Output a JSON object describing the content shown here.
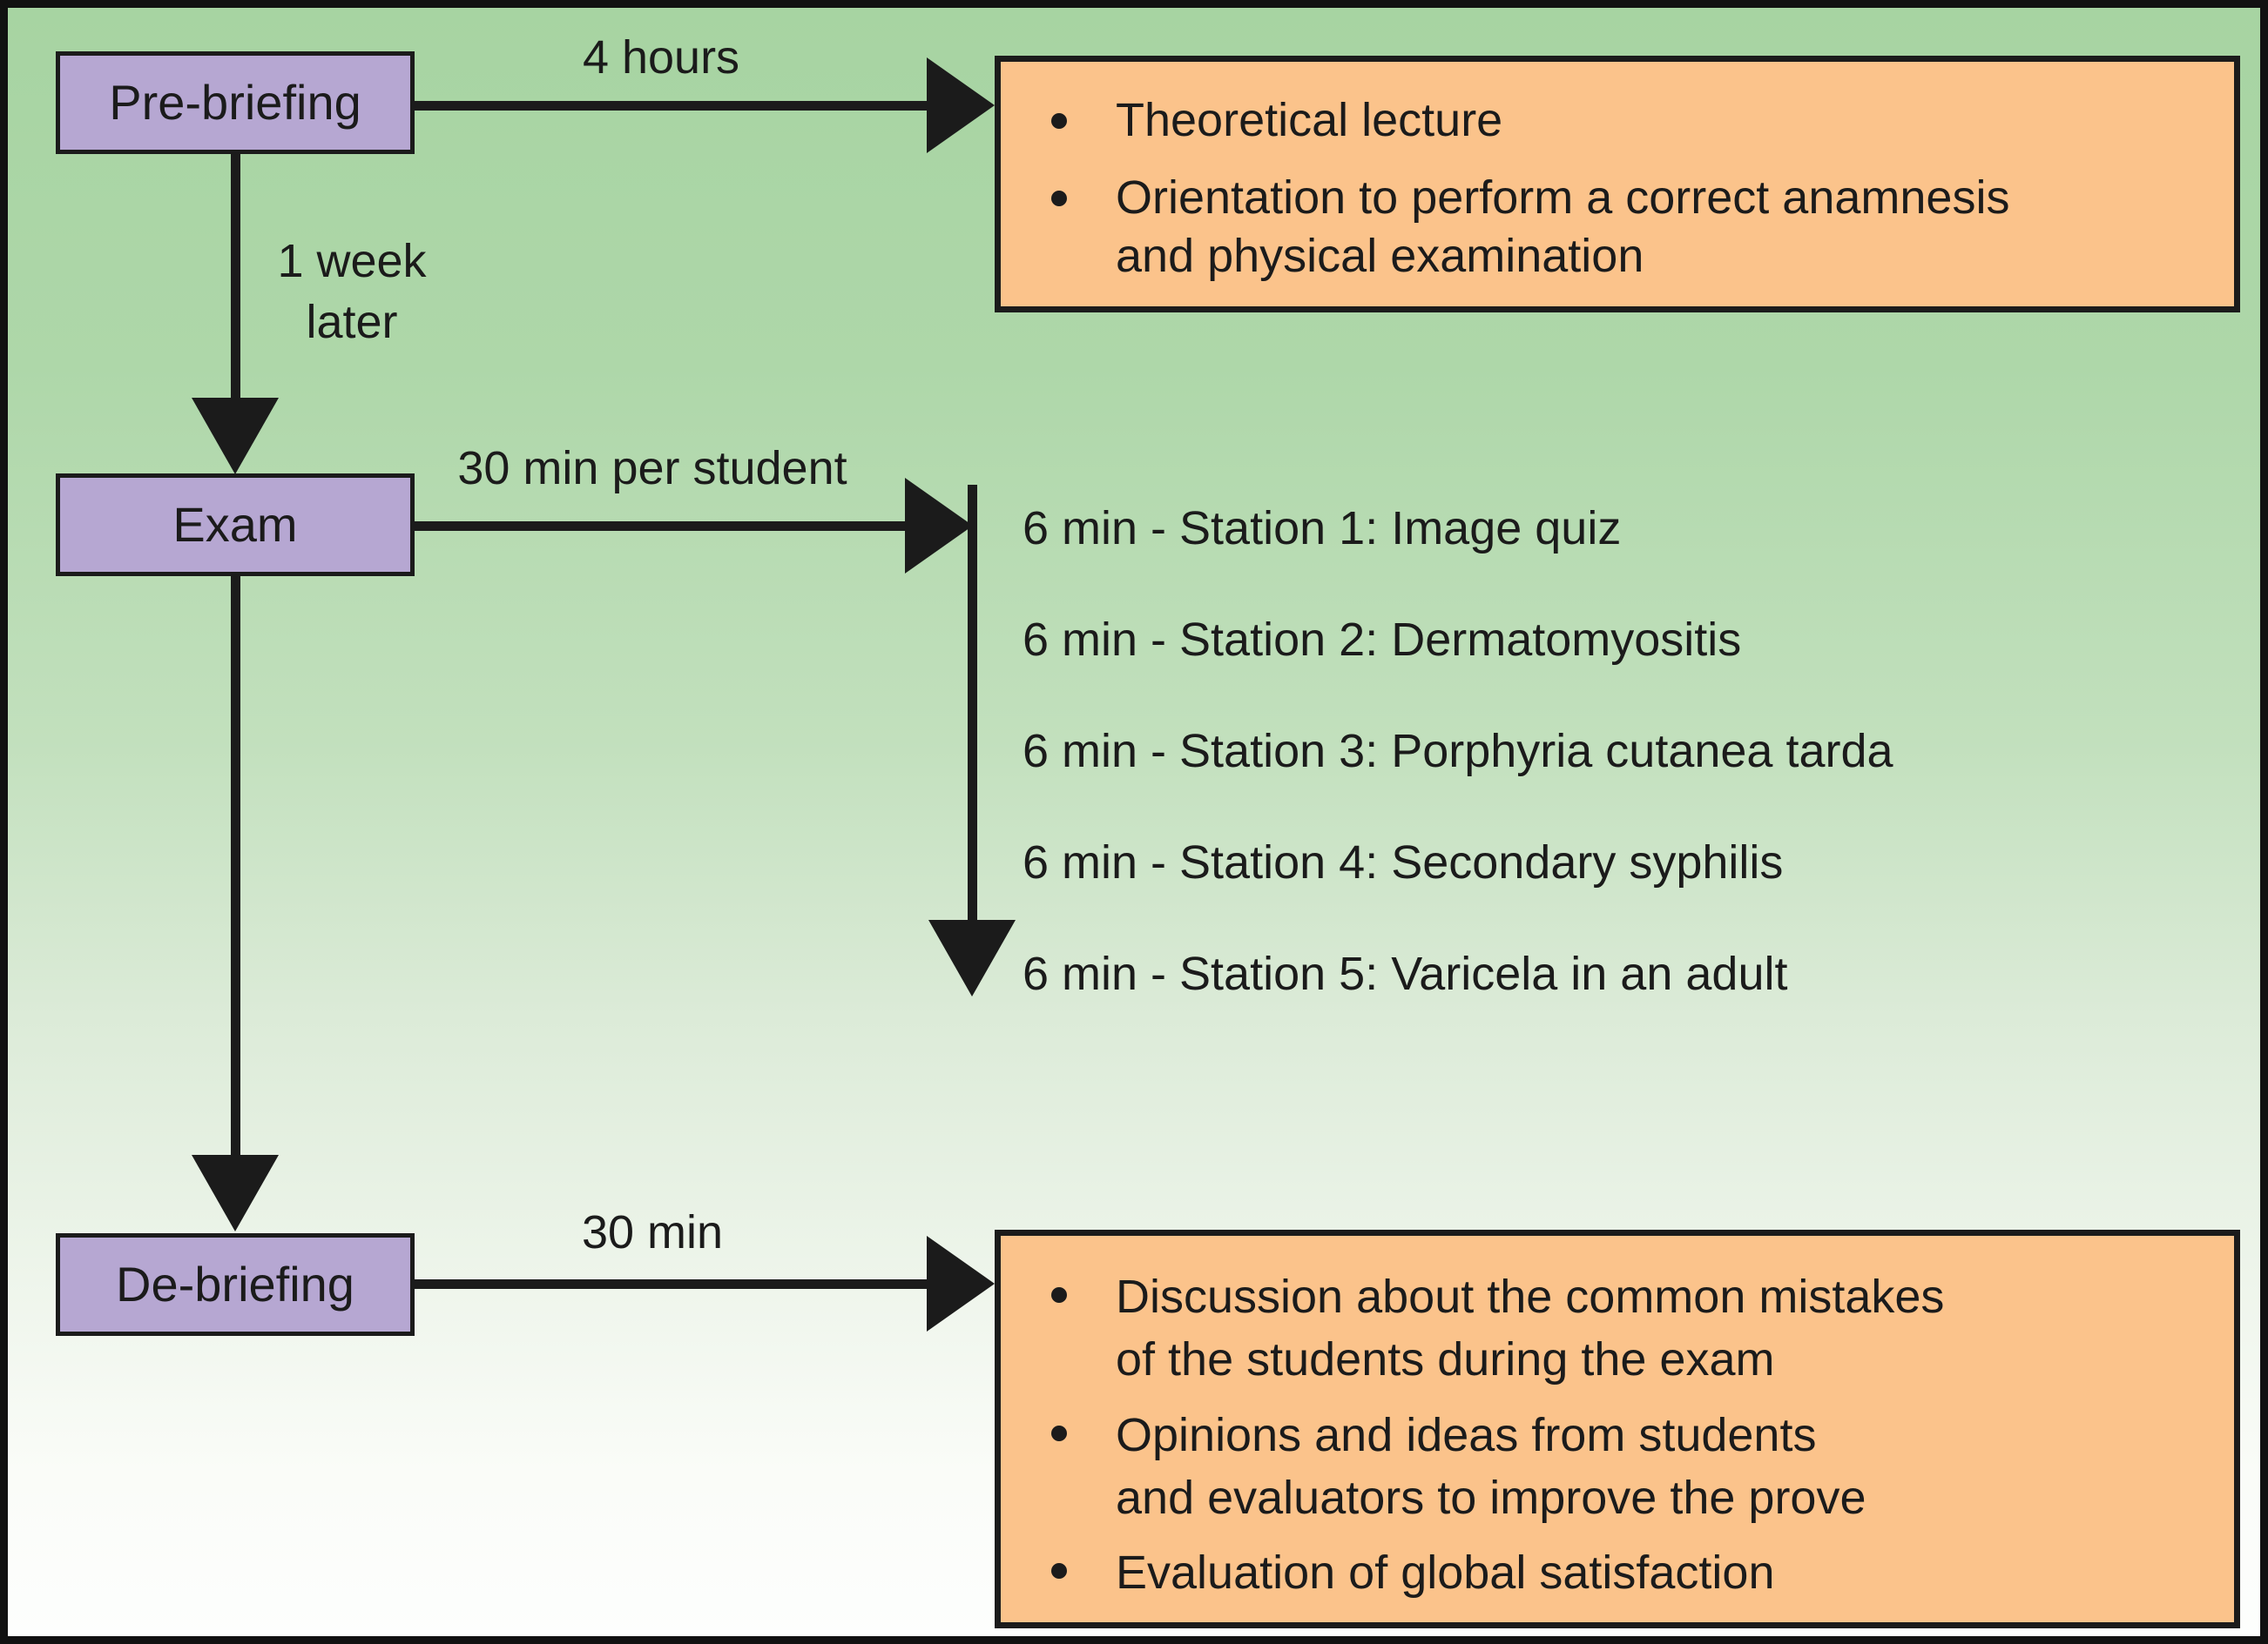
{
  "colors": {
    "background_top_green": "#a7d4a2",
    "background_bottom_white": "#fdfefd",
    "stage_box_purple": "#b6a7d2",
    "detail_box_orange": "#fbc38b",
    "line_and_text_black": "#1b1b1b"
  },
  "stages": [
    {
      "label": "Pre-briefing"
    },
    {
      "label": "Exam"
    },
    {
      "label": "De-briefing"
    }
  ],
  "arrow_labels": {
    "pre_to_details": "4 hours",
    "pre_to_exam": "1 week\nlater",
    "exam_to_stations": "30 min per student",
    "debrief_to_details": "30 min"
  },
  "pre_briefing_details": {
    "items": [
      "Theoretical lecture",
      "Orientation to perform a correct anamnesis\nand physical examination"
    ]
  },
  "exam_stations": {
    "items": [
      "6 min - Station 1: Image quiz",
      "6 min - Station 2: Dermatomyositis",
      "6 min - Station 3: Porphyria cutanea tarda",
      "6 min - Station 4: Secondary syphilis",
      "6 min - Station 5: Varicela in an adult"
    ]
  },
  "debriefing_details": {
    "items": [
      "Discussion about the common mistakes\nof the students during the exam",
      "Opinions and ideas from students\nand evaluators to improve the prove",
      "Evaluation of global satisfaction"
    ]
  }
}
